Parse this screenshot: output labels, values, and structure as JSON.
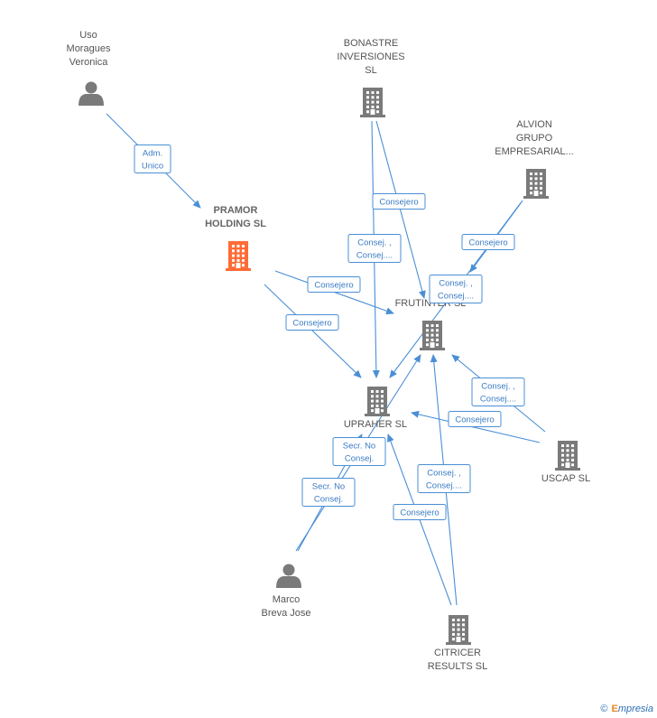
{
  "colors": {
    "edge": "#4a8fd6",
    "node": "#7a7a7a",
    "focus": "#ff6b35"
  },
  "nodes": [
    {
      "id": "uso",
      "type": "person",
      "lines": [
        "Uso",
        "Moragues",
        "Veronica"
      ]
    },
    {
      "id": "bonastre",
      "type": "company",
      "lines": [
        "BONASTRE",
        "INVERSIONES",
        "SL"
      ]
    },
    {
      "id": "alvion",
      "type": "company",
      "lines": [
        "ALVION",
        "GRUPO",
        "EMPRESARIAL..."
      ]
    },
    {
      "id": "pramor",
      "type": "company",
      "focus": true,
      "lines": [
        "PRAMOR",
        "HOLDING  SL"
      ]
    },
    {
      "id": "frutinter",
      "type": "company",
      "lines": [
        "FRUTINTER SL"
      ]
    },
    {
      "id": "upraher",
      "type": "company",
      "lines": [
        "UPRAHER  SL"
      ]
    },
    {
      "id": "uscap",
      "type": "company",
      "lines": [
        "USCAP  SL"
      ]
    },
    {
      "id": "marco",
      "type": "person",
      "lines": [
        "Marco",
        "Breva Jose"
      ]
    },
    {
      "id": "citricer",
      "type": "company",
      "lines": [
        "CITRICER",
        "RESULTS  SL"
      ]
    }
  ],
  "edges": [
    {
      "from": "uso",
      "to": "pramor",
      "lines": [
        "Adm.",
        "Unico"
      ]
    },
    {
      "from": "bonastre",
      "to": "frutinter",
      "lines": [
        "Consejero"
      ]
    },
    {
      "from": "bonastre",
      "to": "upraher",
      "lines": [
        "Consej. ,",
        "Consej...."
      ]
    },
    {
      "from": "alvion",
      "to": "frutinter",
      "lines": [
        "Consejero"
      ]
    },
    {
      "from": "alvion",
      "to": "upraher",
      "lines": [
        "Consej. ,",
        "Consej...."
      ]
    },
    {
      "from": "pramor",
      "to": "frutinter",
      "lines": [
        "Consejero"
      ]
    },
    {
      "from": "pramor",
      "to": "upraher",
      "lines": [
        "Consejero"
      ]
    },
    {
      "from": "uscap",
      "to": "frutinter",
      "lines": [
        "Consej. ,",
        "Consej...."
      ]
    },
    {
      "from": "uscap",
      "to": "upraher",
      "lines": [
        "Consejero"
      ]
    },
    {
      "from": "marco",
      "to": "upraher",
      "lines": [
        "Secr.  No",
        "Consej."
      ]
    },
    {
      "from": "marco",
      "to": "frutinter",
      "lines": [
        "Secr.  No",
        "Consej."
      ]
    },
    {
      "from": "citricer",
      "to": "frutinter",
      "lines": [
        "Consej. ,",
        "Consej...."
      ]
    },
    {
      "from": "citricer",
      "to": "upraher",
      "lines": [
        "Consejero"
      ]
    }
  ],
  "footer": {
    "copyright": "©",
    "brand_initial": "E",
    "brand_rest": "mpresia"
  }
}
